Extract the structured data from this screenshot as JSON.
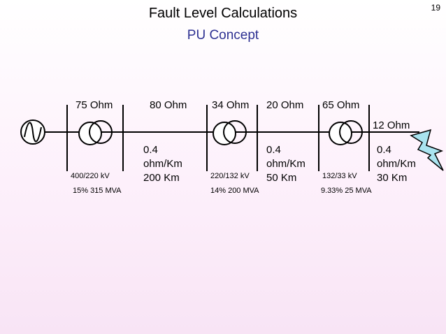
{
  "slide": {
    "number": "19",
    "title": "Fault Level Calculations",
    "subtitle": "PU Concept"
  },
  "diagram": {
    "impedances": {
      "gen": "75 Ohm",
      "line1": "80 Ohm",
      "t2": "34 Ohm",
      "line2": "20 Ohm",
      "t3": "65 Ohm",
      "line3": "12 Ohm"
    },
    "lines": [
      {
        "rate": "0.4",
        "unit": "ohm/Km",
        "length": "200 Km"
      },
      {
        "rate": "0.4",
        "unit": "ohm/Km",
        "length": "50 Km"
      },
      {
        "rate": "0.4",
        "unit": "ohm/Km",
        "length": "30 Km"
      }
    ],
    "transformers": [
      {
        "voltage": "400/220 kV",
        "rating": "15% 315 MVA"
      },
      {
        "voltage": "220/132 kV",
        "rating": "14% 200 MVA"
      },
      {
        "voltage": "132/33 kV",
        "rating": "9.33% 25 MVA"
      }
    ],
    "colors": {
      "fault": "#a9e3ef",
      "title_subtitle": "#2e3192"
    }
  }
}
